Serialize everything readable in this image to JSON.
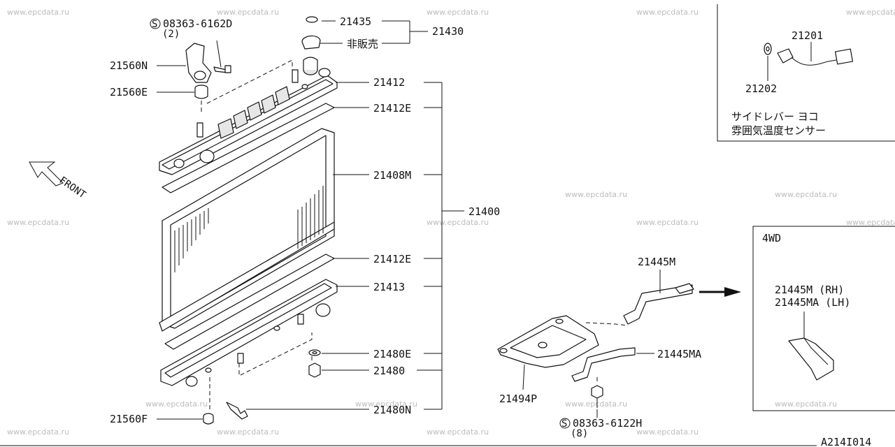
{
  "watermark": "www.epcdata.ru",
  "diagram_code": "A214I014",
  "labels": {
    "screw_top": "08363-6162D",
    "screw_top_qty": "(2)",
    "screw_bottom": "08363-6122H",
    "screw_bottom_qty": "(8)",
    "p21435": "21435",
    "p21430": "21430",
    "not_sold": "非販売",
    "p21412": "21412",
    "p21412E_top": "21412E",
    "p21408M": "21408M",
    "p21400": "21400",
    "p21412E_bottom": "21412E",
    "p21413": "21413",
    "p21480E": "21480E",
    "p21480": "21480",
    "p21480N": "21480N",
    "p21560N": "21560N",
    "p21560E": "21560E",
    "p21560F": "21560F",
    "front": "FRONT",
    "p21445M": "21445M",
    "p21445MA": "21445MA",
    "p21494P": "21494P",
    "p21201": "21201",
    "p21202": "21202",
    "sensor_line1": "サイドレバー ヨコ",
    "sensor_line2": "雰囲気温度センサー",
    "fourwd_title": "4WD",
    "fourwd_line1": "21445M (RH)",
    "fourwd_line2": "21445MA (LH)"
  }
}
